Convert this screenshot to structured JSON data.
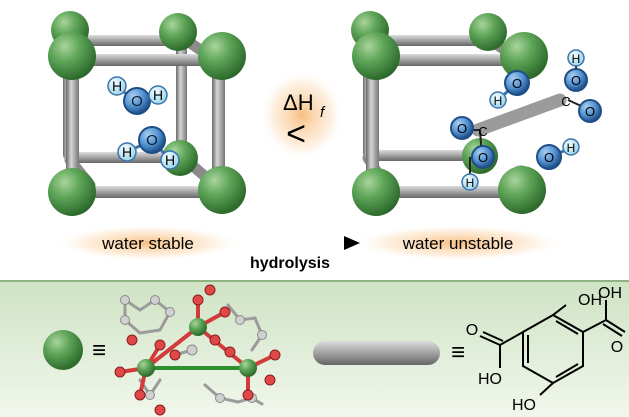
{
  "top": {
    "left_label": "water stable",
    "right_label": "water unstable",
    "arrow_label": "hydrolysis",
    "enthalpy": {
      "symbol": "ΔH",
      "subscript": "f",
      "relation": "<"
    }
  },
  "molecules": {
    "water": {
      "h": "H",
      "o": "O"
    },
    "carboxyl": {
      "c": "C",
      "o": "O",
      "h": "H"
    }
  },
  "legend": {
    "equiv_symbol": "≡",
    "linker_labels": {
      "oh_top": "OH",
      "ho_left": "HO",
      "oh_right": "OH",
      "ho_bottom": "HO",
      "o_left": "O",
      "o_right": "O"
    }
  },
  "colors": {
    "node_green": "#4e9a4a",
    "rod_gray": "#9b9b9b",
    "water_blue": "#4f8fcf",
    "water_h": "#bfe6f2",
    "glow_orange": "#f8c07a",
    "legend_bg": "#e2efd9",
    "oxygen_red": "#d33b3b"
  }
}
